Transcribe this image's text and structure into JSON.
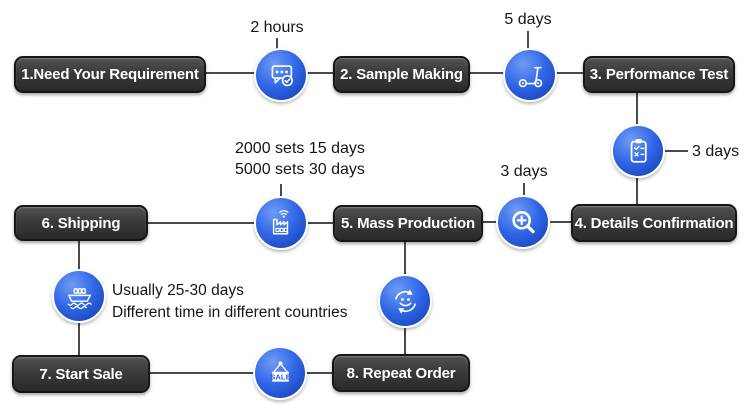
{
  "steps": [
    {
      "label": "1.Need Your Requirement"
    },
    {
      "label": "2. Sample Making"
    },
    {
      "label": "3. Performance Test"
    },
    {
      "label": "4. Details Confirmation"
    },
    {
      "label": "5. Mass Production"
    },
    {
      "label": "6. Shipping"
    },
    {
      "label": "7. Start Sale"
    },
    {
      "label": "8. Repeat Order"
    }
  ],
  "icons": [
    {
      "name": "chat-check-icon"
    },
    {
      "name": "scooter-icon"
    },
    {
      "name": "clipboard-checklist-icon"
    },
    {
      "name": "zoom-in-icon"
    },
    {
      "name": "factory-icon"
    },
    {
      "name": "cargo-ship-icon"
    },
    {
      "name": "smiley-repeat-icon"
    },
    {
      "name": "sale-sign-icon"
    }
  ],
  "annotations": {
    "sample_time": "2 hours",
    "performance_time": "5 days",
    "confirmation_time": "3 days",
    "inspection_time": "3 days",
    "production_times": [
      "2000 sets 15 days",
      "5000 sets 30 days"
    ],
    "shipping_times": [
      "Usually 25-30 days",
      "Different time in different countries"
    ],
    "sale_tag_text": "SALE"
  },
  "colors": {
    "accent_blue": "#2e64e2",
    "box_dark": "#3a3a3a",
    "line_gray": "#4a4a4a",
    "background": "#ffffff",
    "text": "#151515"
  }
}
